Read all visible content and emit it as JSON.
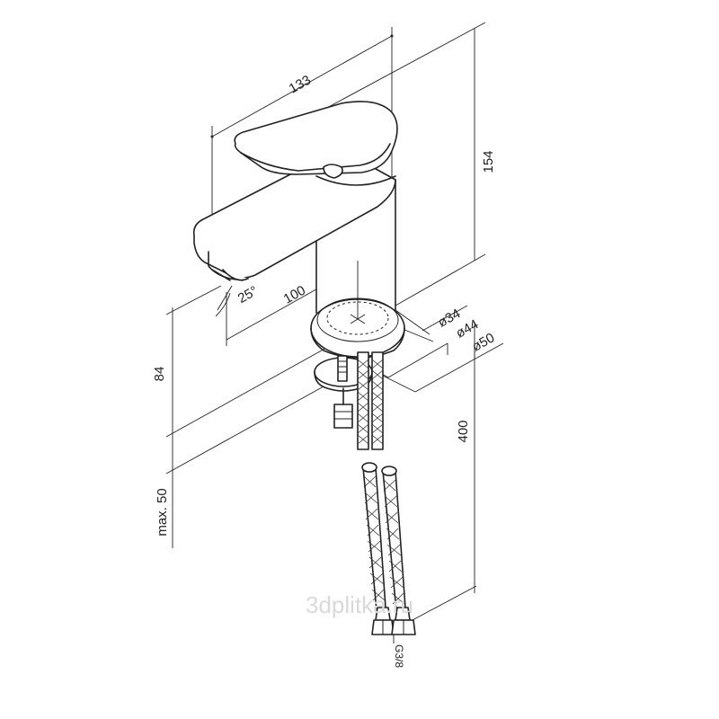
{
  "dimensions": {
    "width_total": "133",
    "height_total": "154",
    "spout_reach": "100",
    "spout_angle": "25°",
    "dia_34": "ø34",
    "dia_44": "ø44",
    "dia_50": "ø50",
    "spout_height": "84",
    "max_thickness": "max. 50",
    "hose_length": "400",
    "thread": "G3/8"
  },
  "watermark": "3dplitka.ru"
}
